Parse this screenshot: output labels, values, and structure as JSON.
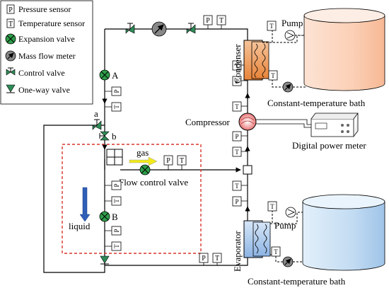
{
  "legend": {
    "pressure_sensor": {
      "symbol": "P",
      "label": "Pressure sensor"
    },
    "temperature_sensor": {
      "symbol": "T",
      "label": "Temperature sensor"
    },
    "expansion_valve": {
      "label": "Expansion valve"
    },
    "mass_flow_meter": {
      "label": "Mass flow meter"
    },
    "control_valve": {
      "label": "Control valve"
    },
    "one_way_valve": {
      "label": "One-way valve"
    }
  },
  "labels": {
    "valve_a": "A",
    "valve_b": "B",
    "small_a": "a",
    "small_b": "b",
    "gas": "gas",
    "liquid": "liquid",
    "flow_control_valve": "Flow control valve",
    "condenser": "Condenser",
    "evaporator": "Evaporator",
    "compressor": "Compressor",
    "pump_top": "Pump",
    "pump_bottom": "Pump",
    "bath_top": "Constant-temperature bath",
    "bath_bottom": "Constant-temperature bath",
    "power_meter": "Digital power meter"
  },
  "sensor_symbols": {
    "P": "P",
    "T": "T"
  },
  "colors": {
    "expansion_valve": "#2e9e4a",
    "control_valve": "#2e8b57",
    "condenser": "#f0b080",
    "evaporator": "#a9c8ec",
    "bath_top": "#fbd5c0",
    "bath_bottom": "#cfe5f7",
    "gas_arrow": "#f2ea1a",
    "liquid_arrow": "#2f5fb8",
    "separator_box": "#d9342b",
    "compressor": "#f08080"
  }
}
